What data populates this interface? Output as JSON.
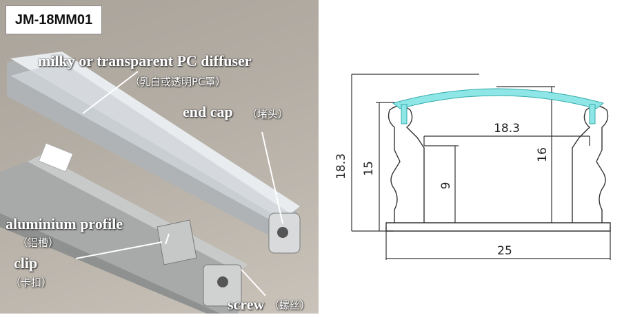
{
  "model": "JM-18MM01",
  "labels": {
    "diffuser_en": "milky or transparent PC diffuser",
    "diffuser_zh": "（乳白或透明PC罩）",
    "endcap_en": "end cap",
    "endcap_zh": "（堵头）",
    "profile_en": "aluminium profile",
    "profile_zh": "（铝槽）",
    "clip_en": "clip",
    "clip_zh": "（卡扣）",
    "screw_en": "screw",
    "screw_zh": "（螺丝）"
  },
  "dimensions": {
    "total_height": "18.3",
    "profile_height": "15",
    "inner_width": "18.3",
    "inner_height": "16",
    "channel_height": "9",
    "base_width": "25"
  },
  "colors": {
    "diffuser": "#8ee6e6",
    "outline": "#333333",
    "photo_bg": "#b3ada4"
  }
}
